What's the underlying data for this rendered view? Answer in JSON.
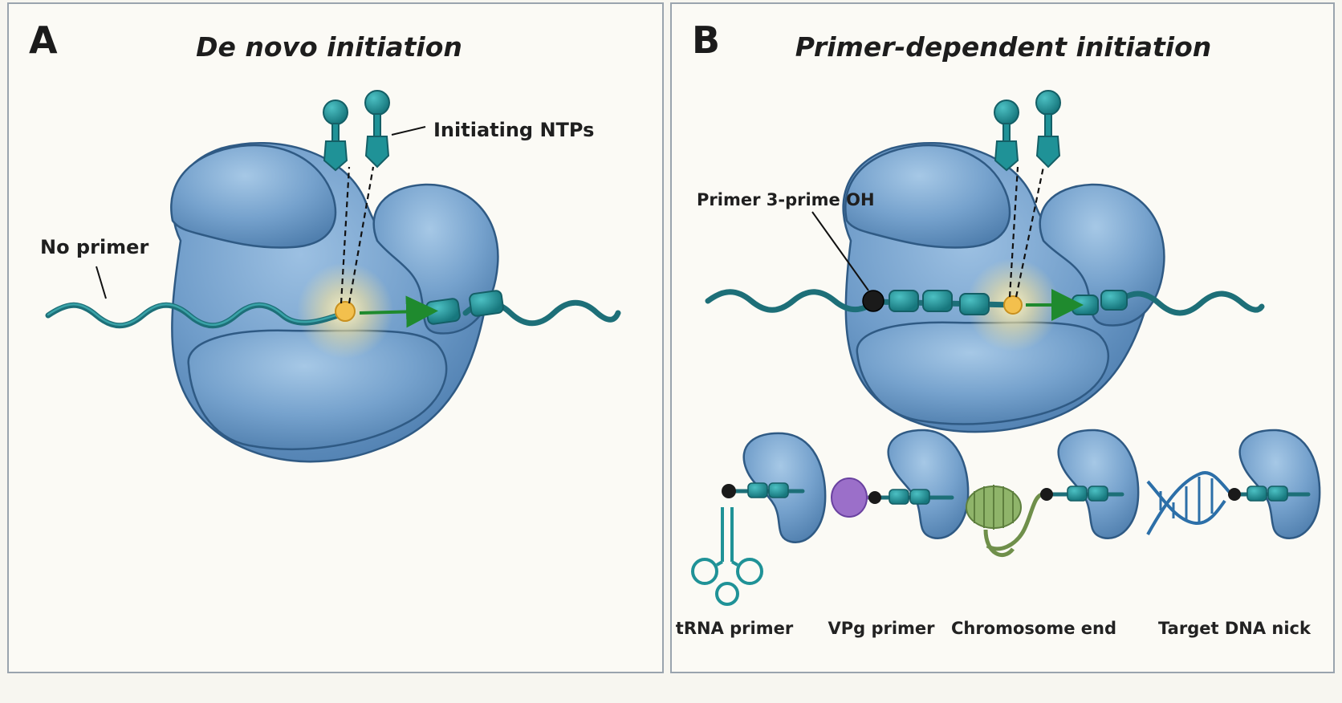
{
  "panels": [
    {
      "letter": "A",
      "title": "De novo initiation",
      "labels": {
        "strand": "No primer",
        "ntps": "Initiating NTPs"
      }
    },
    {
      "letter": "B",
      "title": "Primer-dependent initiation",
      "labels": {
        "primer_end": "Primer 3-prime OH"
      },
      "primer_types": [
        "tRNA primer",
        "VPg primer",
        "Chromosome end",
        "Target DNA nick"
      ]
    }
  ],
  "colors": {
    "enzyme": "#6f9cc9",
    "enzyme_outline": "#2f5a84",
    "nucleic_acid": "#1d6f78",
    "nucleotide": "#1f9297",
    "active_site": "#f3c04d",
    "arrow": "#1f8a2e",
    "primer_oh": "#1a1a1a",
    "vpg": "#9b6fc9",
    "chromosome": "#8fb46a",
    "panel_border": "#9aa4ae"
  }
}
